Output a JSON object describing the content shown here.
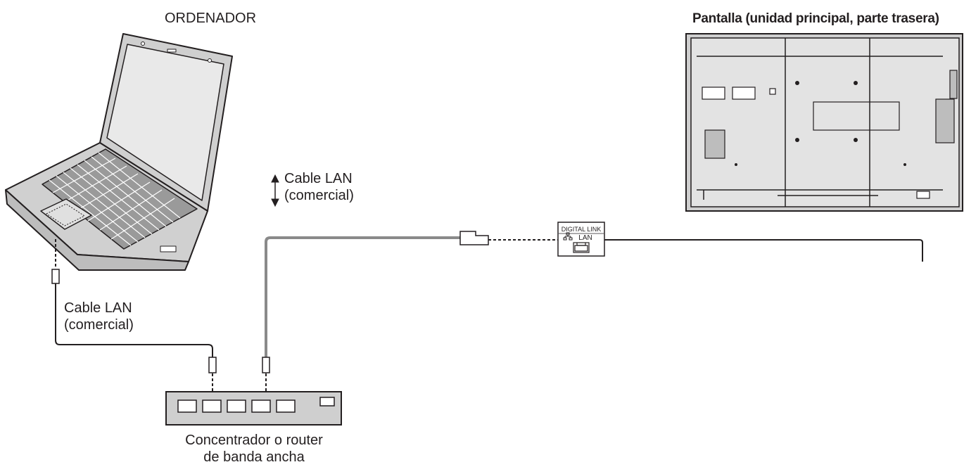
{
  "computer": {
    "title": "ORDENADOR"
  },
  "display": {
    "title": "Pantalla (unidad principal, parte trasera)"
  },
  "cable_to_display": {
    "line1": "Cable LAN",
    "line2": "(comercial)"
  },
  "cable_to_computer": {
    "line1": "Cable LAN",
    "line2": "(comercial)"
  },
  "hub": {
    "line1": "Concentrador o router",
    "line2": "de banda ancha"
  },
  "port_panel": {
    "label_top": "DIGITAL LINK",
    "label_bottom": "LAN"
  }
}
